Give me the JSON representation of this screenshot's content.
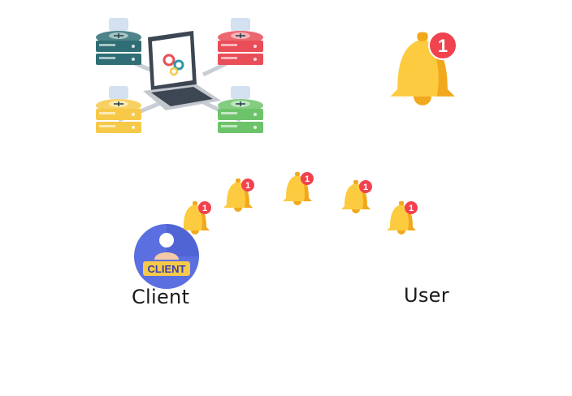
{
  "badges": {
    "notification_count": "1"
  },
  "avatars": {
    "client_badge_text": "CLIENT"
  },
  "labels": {
    "client": "Client",
    "user": "User"
  },
  "colors": {
    "bell_yellow": "#FDCB3F",
    "bell_shadow": "#F2A81D",
    "badge_red": "#F0434F",
    "phone_green": "#6ECF62",
    "phone_dark": "#2B2B2B",
    "client_blue": "#5B6FE0",
    "user_red": "#F04A4F",
    "server_teal": "#2E6E74",
    "server_red": "#E94D57",
    "server_yellow": "#F7C948",
    "server_green": "#6DC36A"
  },
  "icons": {
    "network": "server-network-icon",
    "bell": "bell-icon",
    "phone": "smartphone-icon",
    "client": "client-avatar-icon",
    "user": "user-avatar-icon"
  }
}
